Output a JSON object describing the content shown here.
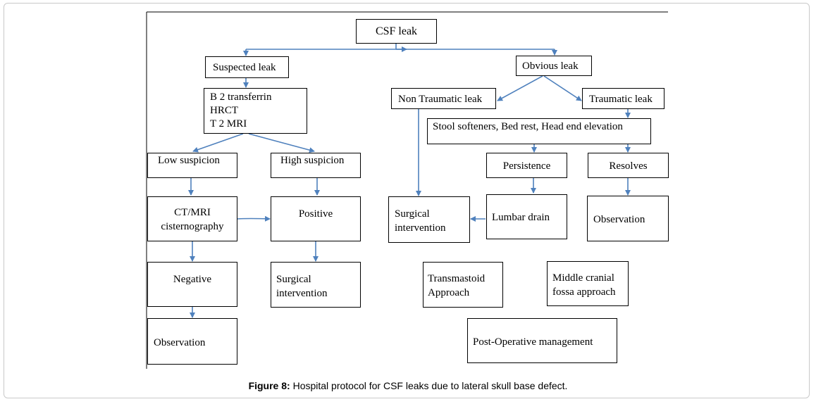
{
  "diagram": {
    "nodes": {
      "csf_leak": "CSF leak",
      "suspected_leak": "Suspected leak",
      "obvious_leak": "Obvious  leak",
      "tests": [
        "B 2 transferrin",
        "HRCT",
        "T 2 MRI"
      ],
      "non_traumatic_leak": "Non Traumatic leak",
      "traumatic_leak": "Traumatic leak",
      "conservative": "Stool softeners, Bed rest, Head end elevation",
      "low_suspicion": "Low suspicion",
      "high_suspicion": "High suspicion",
      "persistence": "Persistence",
      "resolves": "Resolves",
      "ct_mri": [
        "CT/MRI",
        "cisternography"
      ],
      "positive": "Positive",
      "surgical_intervention_right": [
        "Surgical",
        "intervention"
      ],
      "lumbar_drain": "Lumbar drain",
      "observation_right": "Observation",
      "negative": "Negative",
      "surgical_intervention_left": [
        "Surgical",
        "intervention"
      ],
      "transmastoid": [
        "Transmastoid",
        "Approach"
      ],
      "middle_cranial": [
        "Middle cranial",
        "fossa approach"
      ],
      "observation_left": "Observation",
      "post_operative": "Post-Operative management"
    },
    "colors": {
      "arrow": "#4f81bd",
      "box_border": "#000000"
    }
  },
  "caption": {
    "label": "Figure 8:",
    "text": " Hospital protocol for CSF leaks due to lateral skull base defect."
  }
}
